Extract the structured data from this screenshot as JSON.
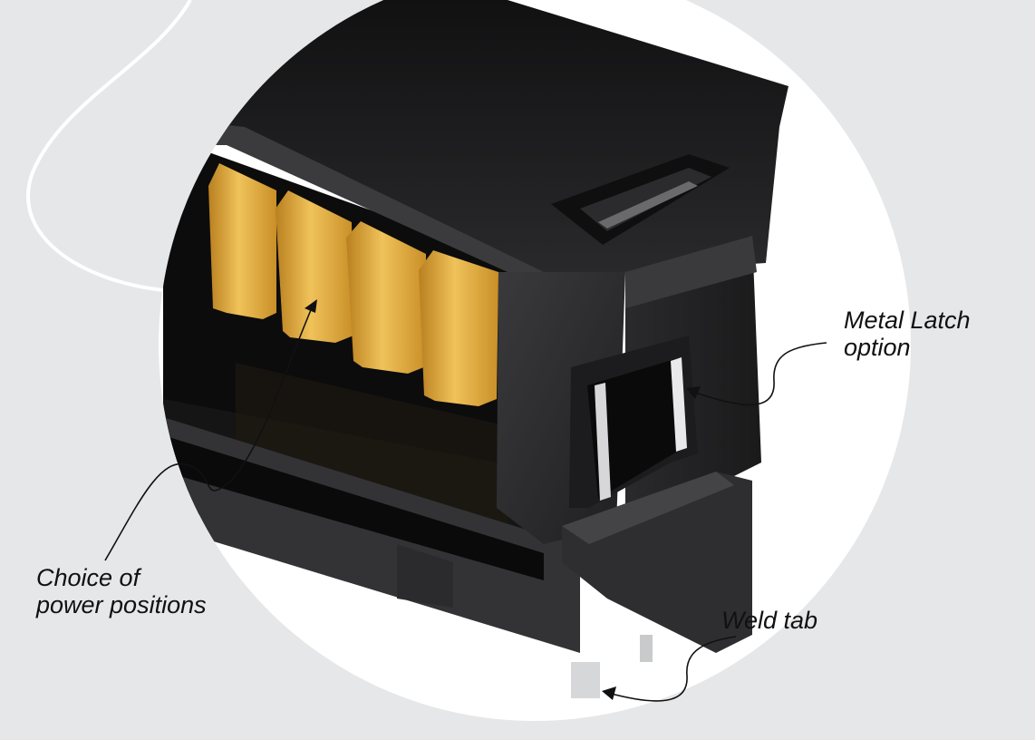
{
  "colors": {
    "background": "#e6e7e8",
    "circle": "#ffffff",
    "housing": "#2c2c2e",
    "housing_dark": "#141415",
    "contact_gold": "#e2a93a",
    "label_text": "#111111"
  },
  "callouts": {
    "metal_latch": {
      "line1": "Metal Latch",
      "line2": "option"
    },
    "power_positions": {
      "line1": "Choice of",
      "line2": "power positions"
    },
    "weld_tab": {
      "line1": "Weld tab"
    }
  },
  "icons": [
    "arrow-head-icon"
  ]
}
